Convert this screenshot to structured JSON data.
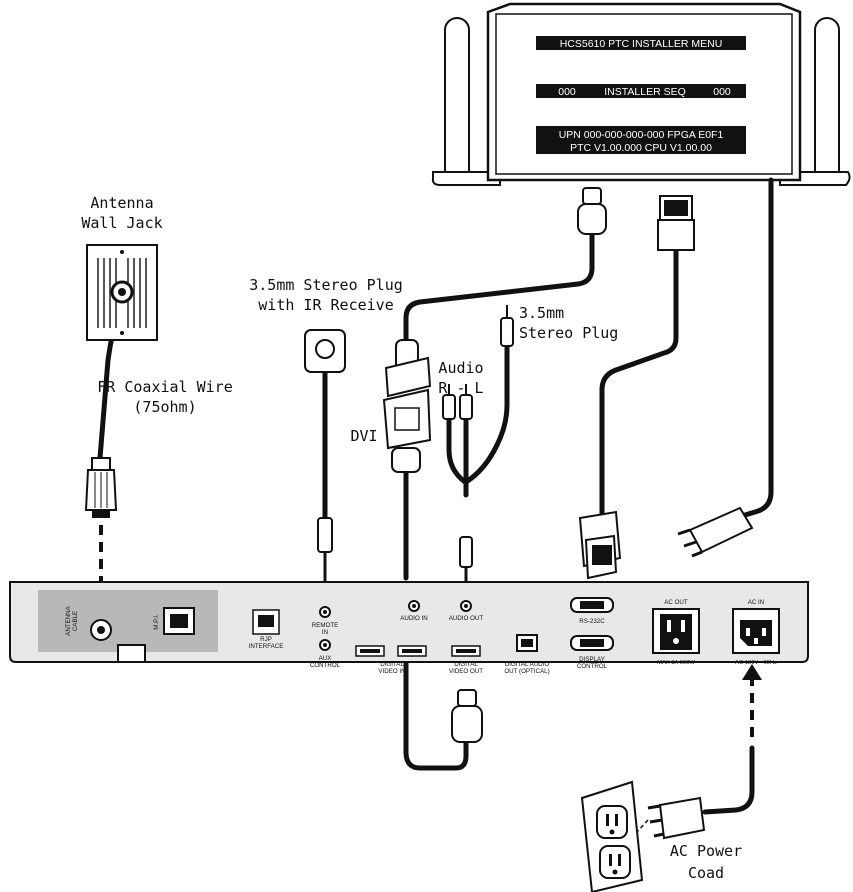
{
  "monitor": {
    "line1": "HCS5610  PTC  INSTALLER  MENU",
    "line2a": "000",
    "line2b": "INSTALLER SEQ",
    "line2c": "000",
    "line3a": "UPN  000-000-000-000   FPGA E0F1",
    "line3b": "PTC V1.00.000           CPU V1.00.00"
  },
  "labels": {
    "antenna_1": "Antenna",
    "antenna_2": "Wall Jack",
    "stereo_ir_1": "3.5mm Stereo Plug",
    "stereo_ir_2": "with IR Receive",
    "stereo_1": "3.5mm",
    "stereo_2": "Stereo Plug",
    "audio_1": "Audio",
    "audio_2": "R - L",
    "coax_1": "FR Coaxial Wire",
    "coax_2": "(75ohm)",
    "dvi": "DVI",
    "power_1": "AC Power",
    "power_2": "Coad"
  },
  "panel": {
    "antenna_1": "ANTENNA",
    "antenna_2": "CABLE",
    "mpi": "M.P.I.",
    "rjp_1": "RJP",
    "rjp_2": "INTERFACE",
    "remote_1": "REMOTE",
    "remote_2": "IN",
    "aux_1": "AUX",
    "aux_2": "CONTROL",
    "audio_in": "AUDIO IN",
    "audio_out": "AUDIO OUT",
    "digital_in_1": "DIGITAL",
    "digital_in_2": "VIDEO IN",
    "digital_out_1": "DIGITAL",
    "digital_out_2": "VIDEO OUT",
    "optical_1": "DIGITAL AUDIO",
    "optical_2": "OUT (OPTICAL)",
    "rs232": "RS-232C",
    "display_1": "DISPLAY",
    "display_2": "CONTROL",
    "ac_out": "AC OUT",
    "ac_out_rating": "MAX 8A 960W",
    "ac_in": "AC IN",
    "ac_in_rating": "AC 120V~ 60Hz"
  }
}
